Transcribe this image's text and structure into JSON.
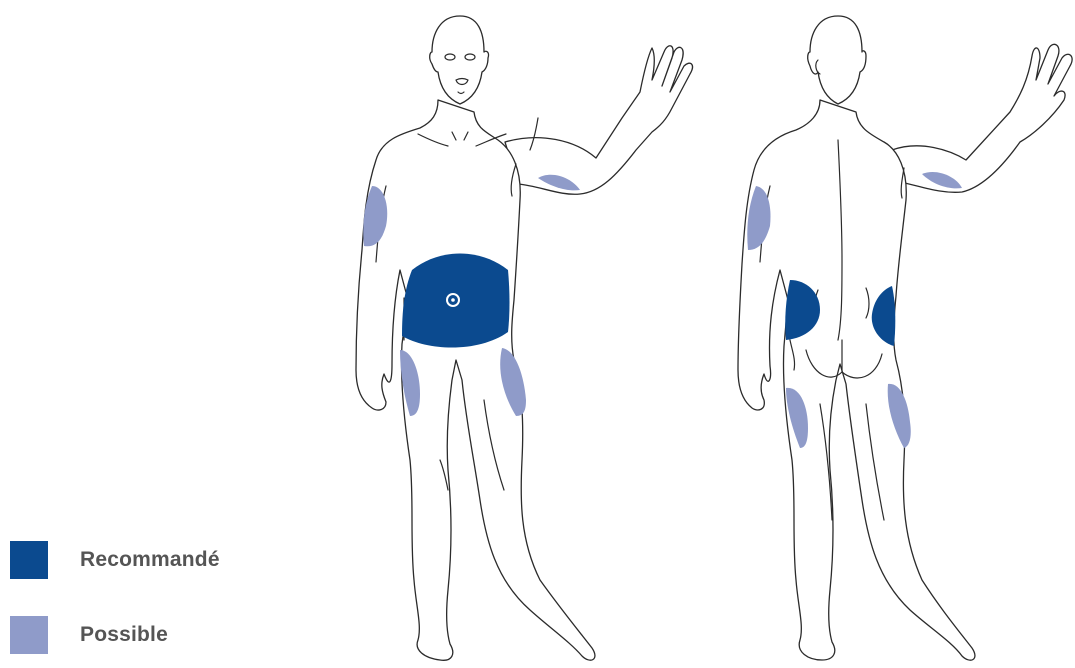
{
  "legend": {
    "recommended": {
      "label": "Recommandé",
      "color": "#0b4a8f"
    },
    "possible": {
      "label": "Possible",
      "color": "#8f9bc9"
    }
  },
  "figures": {
    "front": {
      "view": "front",
      "icon": "human-body-front-icon"
    },
    "back": {
      "view": "back",
      "icon": "human-body-back-icon"
    }
  }
}
